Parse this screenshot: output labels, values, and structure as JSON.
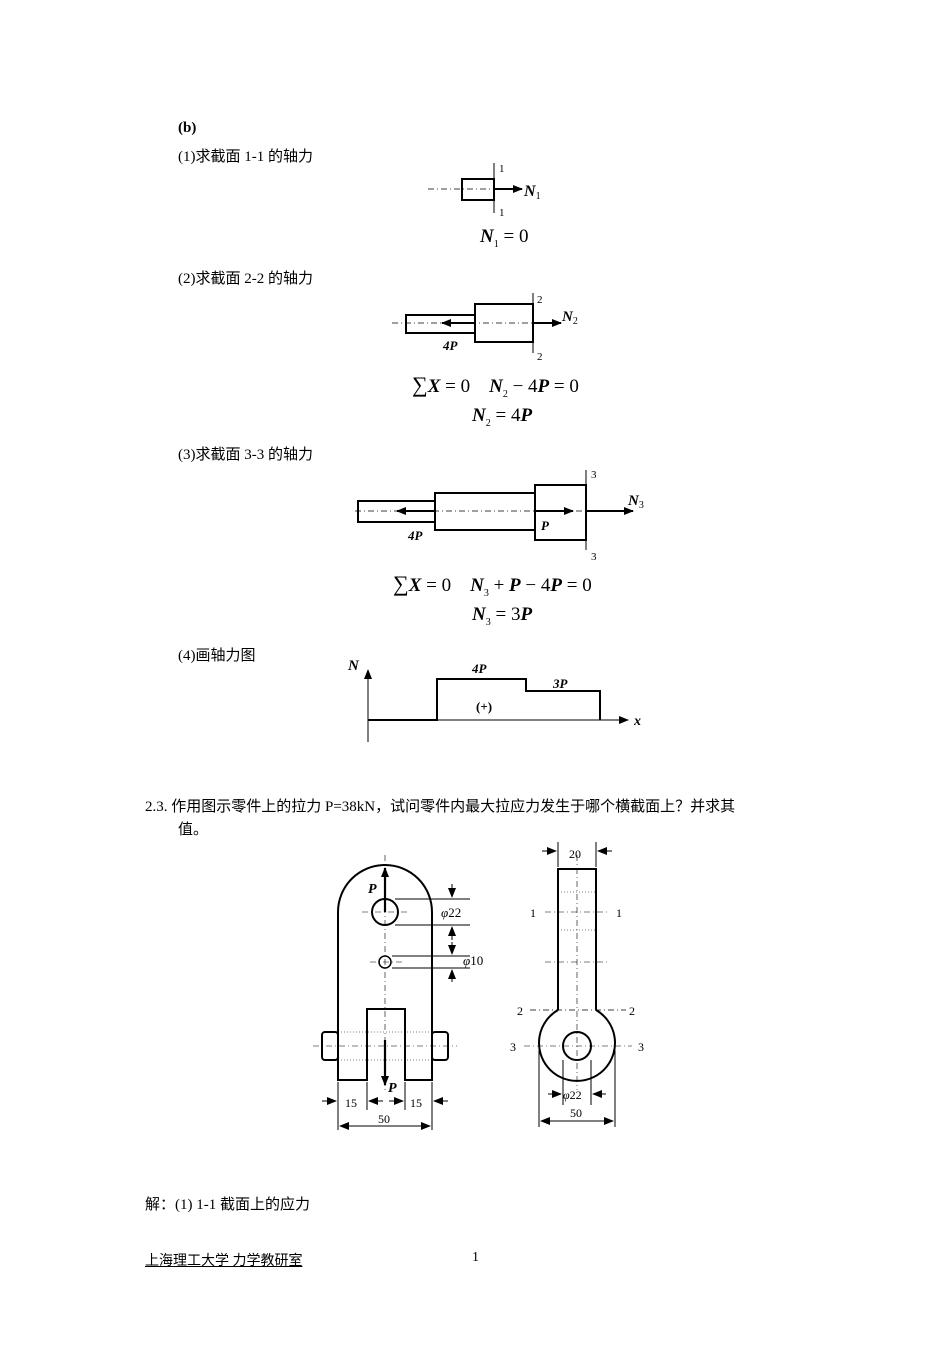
{
  "part_b": {
    "label": "(b)",
    "step1": "(1)求截面 1-1 的轴力",
    "step2": "(2)求截面 2-2 的轴力",
    "step3": "(3)求截面 3-3 的轴力",
    "step4": "(4)画轴力图"
  },
  "fig1": {
    "sec": "1",
    "force_main": "N",
    "force_sub": "1"
  },
  "eq1": {
    "lhs": "N",
    "sub": "1",
    "rhs": " = 0"
  },
  "fig2": {
    "sec": "2",
    "load": "4P",
    "force_main": "N",
    "force_sub": "2"
  },
  "eq2a": {
    "sum": "∑",
    "x": "X",
    "eq0": " = 0",
    "n": "N",
    "sub": "2",
    "rest": " − 4",
    "p": "P",
    "tail": " = 0"
  },
  "eq2b": {
    "n": "N",
    "sub": "2",
    "rest": " = 4",
    "p": "P"
  },
  "fig3": {
    "sec": "3",
    "load": "4P",
    "load2": "P",
    "force_main": "N",
    "force_sub": "3"
  },
  "eq3a": {
    "sum": "∑",
    "x": "X",
    "eq0": " = 0",
    "n": "N",
    "sub": "3",
    "plus": " + ",
    "p1": "P",
    "minus": " − 4",
    "p2": "P",
    "tail": " = 0"
  },
  "eq3b": {
    "n": "N",
    "sub": "3",
    "rest": " = 3",
    "p": "P"
  },
  "axial_diagram": {
    "y_axis": "N",
    "x_axis": "x",
    "label_high": "4P",
    "label_low": "3P",
    "sign": "(+)"
  },
  "problem": {
    "number": "2.3.",
    "text_line1": "作用图示零件上的拉力 P=38kN，试问零件内最大拉应力发生于哪个横截面上？并求其",
    "text_line2": "值。"
  },
  "part_drawing": {
    "load_top": "P",
    "load_bottom": "P",
    "dia_large": "22",
    "dia_small": "10",
    "dim_15a": "15",
    "dim_15b": "15",
    "dim_50": "50",
    "phi": "φ"
  },
  "side_drawing": {
    "dim_20": "20",
    "sec1_left": "1",
    "sec1_right": "1",
    "sec2_left": "2",
    "sec2_right": "2",
    "sec3_left": "3",
    "sec3_right": "3",
    "dia": "22",
    "dim_50": "50",
    "phi": "φ"
  },
  "solution": {
    "text": "解：(1) 1-1 截面上的应力"
  },
  "footer": {
    "institution": "上海理工大学  力学教研室",
    "page": "1"
  }
}
